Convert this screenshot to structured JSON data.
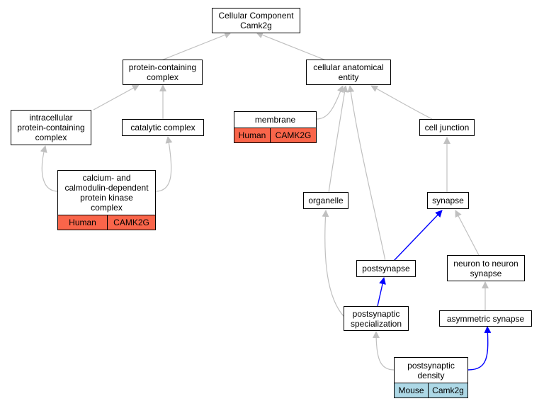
{
  "colors": {
    "gray_edge": "#c0c0c0",
    "blue_edge": "#0000ff",
    "human_fill": "#f9654a",
    "mouse_fill": "#add8e6"
  },
  "nodes": {
    "cellular_component": {
      "label": "Cellular Component\nCamk2g"
    },
    "protein_containing_complex": {
      "label": "protein-containing\ncomplex"
    },
    "cellular_anatomical_entity": {
      "label": "cellular anatomical\nentity"
    },
    "intracellular_protein_containing_complex": {
      "label": "intracellular\nprotein-containing\ncomplex"
    },
    "catalytic_complex": {
      "label": "catalytic complex"
    },
    "membrane": {
      "label": "membrane",
      "species": "Human",
      "gene": "CAMK2G"
    },
    "cell_junction": {
      "label": "cell junction"
    },
    "calcium_kinase_complex": {
      "label": "calcium- and\ncalmodulin-dependent\nprotein kinase\ncomplex",
      "species": "Human",
      "gene": "CAMK2G"
    },
    "organelle": {
      "label": "organelle"
    },
    "synapse": {
      "label": "synapse"
    },
    "postsynapse": {
      "label": "postsynapse"
    },
    "neuron_to_neuron_synapse": {
      "label": "neuron to neuron\nsynapse"
    },
    "postsynaptic_specialization": {
      "label": "postsynaptic\nspecialization"
    },
    "asymmetric_synapse": {
      "label": "asymmetric synapse"
    },
    "postsynaptic_density": {
      "label": "postsynaptic\ndensity",
      "species": "Mouse",
      "gene": "Camk2g"
    }
  }
}
